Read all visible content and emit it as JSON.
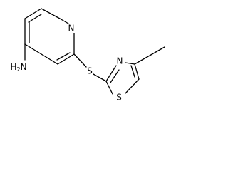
{
  "molecule": {
    "atoms": {
      "pyridine_nitrogen": "N",
      "amine_h": "H",
      "amine_subscript": "2",
      "amine_n": "N",
      "thioether_sulfur": "S",
      "thiazole_nitrogen": "N",
      "thiazole_sulfur": "S"
    }
  }
}
